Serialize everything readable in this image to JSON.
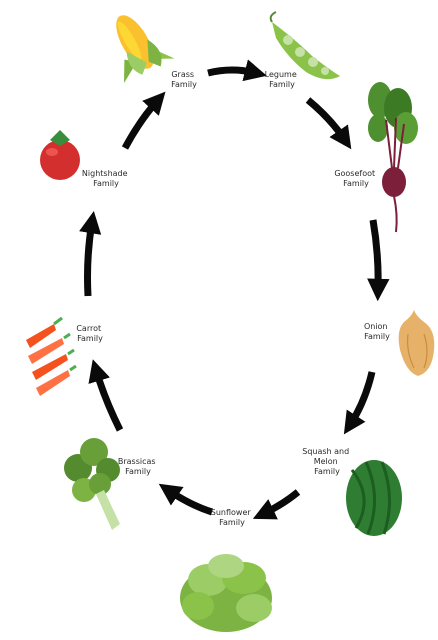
{
  "diagram": {
    "families": [
      {
        "id": "grass",
        "lines": [
          "Grass",
          "Family"
        ],
        "icon": "corn-icon"
      },
      {
        "id": "legume",
        "lines": [
          "Legume",
          "Family"
        ],
        "icon": "pea-pod-icon"
      },
      {
        "id": "goosefoot",
        "lines": [
          "Goosefoot",
          "Family"
        ],
        "icon": "beet-icon"
      },
      {
        "id": "onion",
        "lines": [
          "Onion",
          "Family"
        ],
        "icon": "onion-icon"
      },
      {
        "id": "squash",
        "lines": [
          "Squash and",
          "Melon",
          "Family"
        ],
        "icon": "watermelon-icon"
      },
      {
        "id": "sunflower",
        "lines": [
          "Sunflower",
          "Family"
        ],
        "icon": "lettuce-icon"
      },
      {
        "id": "brassica",
        "lines": [
          "Brassicas",
          "Family"
        ],
        "icon": "broccoli-icon"
      },
      {
        "id": "carrot",
        "lines": [
          "Carrot",
          "Family"
        ],
        "icon": "carrot-icon"
      },
      {
        "id": "nightshade",
        "lines": [
          "Nightshade",
          "Family"
        ],
        "icon": "tomato-icon"
      }
    ],
    "colors": {
      "arrow": "#0a0a0a",
      "text": "#2a2a2a",
      "background": "#ffffff"
    }
  }
}
